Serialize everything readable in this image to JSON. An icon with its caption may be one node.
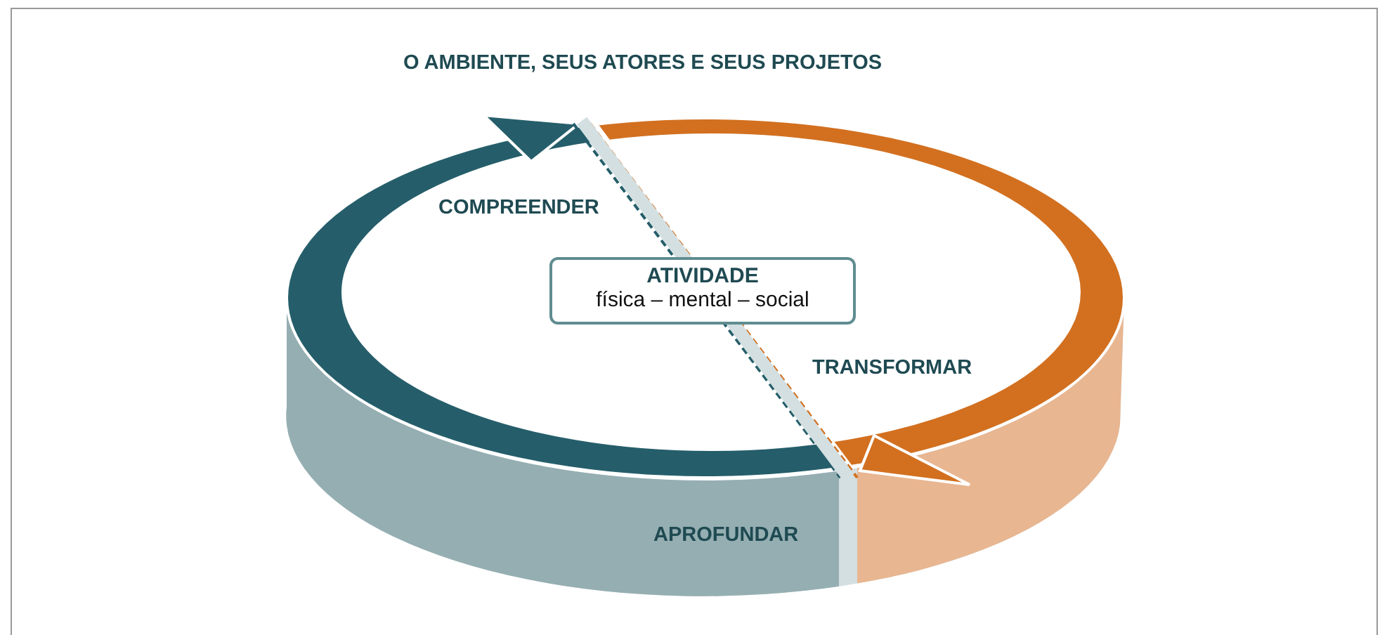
{
  "diagram": {
    "title": "O AMBIENTE, SEUS ATORES E SEUS PROJETOS",
    "nodes": [
      {
        "text": [
          "ATIVIDADE",
          "física – mental – social"
        ]
      }
    ],
    "labels": [
      "COMPREENDER",
      "TRANSFORMAR",
      "APROFUNDAR"
    ]
  }
}
